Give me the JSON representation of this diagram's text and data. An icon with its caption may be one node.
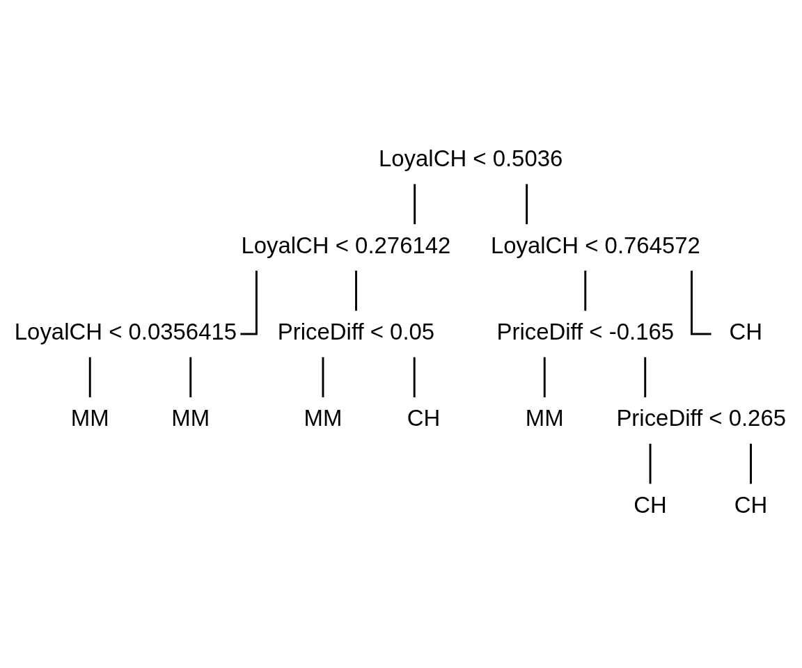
{
  "diagram": {
    "nodes": [
      {
        "text": [
          "LoyalCH < 0.5036"
        ]
      },
      {
        "text": [
          "LoyalCH < 0.276142"
        ]
      },
      {
        "text": [
          "LoyalCH < 0.764572"
        ]
      },
      {
        "text": [
          "LoyalCH < 0.0356415"
        ]
      },
      {
        "text": [
          "PriceDiff < 0.05"
        ]
      },
      {
        "text": [
          "PriceDiff < -0.165"
        ]
      },
      {
        "text": [
          "CH"
        ]
      },
      {
        "text": [
          "MM"
        ]
      },
      {
        "text": [
          "MM"
        ]
      },
      {
        "text": [
          "PriceDiff < 0.265"
        ]
      },
      {
        "text": [
          "MM"
        ]
      },
      {
        "text": [
          "CH"
        ]
      },
      {
        "text": [
          "MM"
        ]
      },
      {
        "text": [
          "CH"
        ]
      },
      {
        "text": [
          "CH"
        ]
      }
    ],
    "edges": [
      {
        "from": 0,
        "to": 1,
        "arrow": "none"
      },
      {
        "from": 0,
        "to": 2,
        "arrow": "none"
      },
      {
        "from": 1,
        "to": 3,
        "arrow": "none"
      },
      {
        "from": 1,
        "to": 4,
        "arrow": "none"
      },
      {
        "from": 3,
        "to": 7,
        "arrow": "none"
      },
      {
        "from": 3,
        "to": 8,
        "arrow": "none"
      },
      {
        "from": 4,
        "to": 10,
        "arrow": "none"
      },
      {
        "from": 4,
        "to": 11,
        "arrow": "none"
      },
      {
        "from": 2,
        "to": 5,
        "arrow": "none"
      },
      {
        "from": 2,
        "to": 6,
        "arrow": "none"
      },
      {
        "from": 5,
        "to": 12,
        "arrow": "none"
      },
      {
        "from": 5,
        "to": 9,
        "arrow": "none"
      },
      {
        "from": 9,
        "to": 13,
        "arrow": "none"
      },
      {
        "from": 9,
        "to": 14,
        "arrow": "none"
      }
    ]
  }
}
